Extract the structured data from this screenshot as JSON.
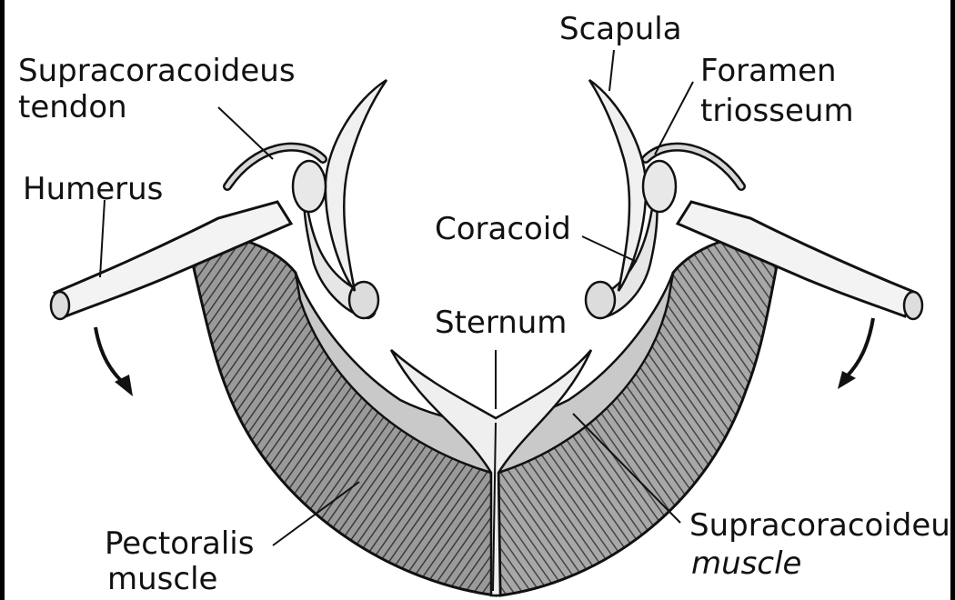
{
  "labels": {
    "scapula": "Scapula",
    "supracoracoideus_tendon_line1": "Supracoracoideus",
    "supracoracoideus_tendon_line2": "tendon",
    "foramen_line1": "Foramen",
    "foramen_line2": "triosseum",
    "humerus": "Humerus",
    "coracoid": "Coracoid",
    "sternum": "Sternum",
    "pectoralis_line1": "Pectoralis",
    "pectoralis_line2": "muscle",
    "supracoracoideus_muscle_line1": "Supracoracoideu",
    "supracoracoideus_muscle_line2": "muscle"
  },
  "colors": {
    "ink": "#111111",
    "muscle_dark": "#4a4a4a",
    "muscle_mid": "#8a8a8a",
    "bone": "#f2f2f2",
    "background": "#ffffff"
  }
}
